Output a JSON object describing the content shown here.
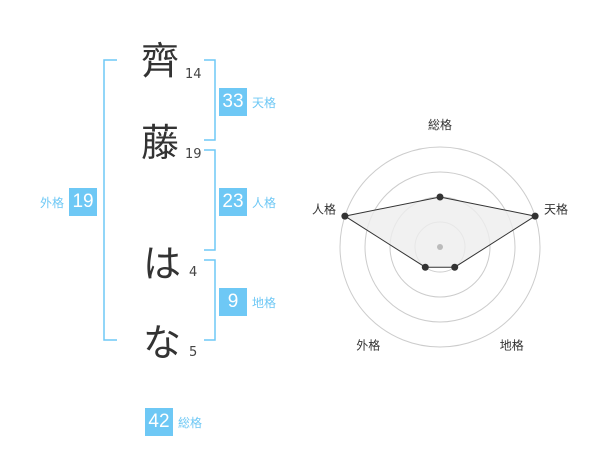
{
  "name": {
    "chars": [
      {
        "char": "齊",
        "strokes": "14"
      },
      {
        "char": "藤",
        "strokes": "19"
      },
      {
        "char": "は",
        "strokes": "4"
      },
      {
        "char": "な",
        "strokes": "5"
      }
    ]
  },
  "fortunes": {
    "tenkaku": {
      "value": "33",
      "label": "天格"
    },
    "jinkaku": {
      "value": "23",
      "label": "人格"
    },
    "chikaku": {
      "value": "9",
      "label": "地格"
    },
    "gaikaku": {
      "value": "19",
      "label": "外格"
    },
    "soukaku": {
      "value": "42",
      "label": "総格"
    }
  },
  "colors": {
    "accent": "#6ec8f5",
    "text": "#333333",
    "grid": "#cccccc",
    "fill": "#eeeeee"
  },
  "chart_data": {
    "type": "radar",
    "axes": [
      "総格",
      "天格",
      "地格",
      "外格",
      "人格"
    ],
    "levels": 4,
    "scale_max": 4,
    "values": [
      2,
      4,
      1,
      1,
      4
    ]
  }
}
